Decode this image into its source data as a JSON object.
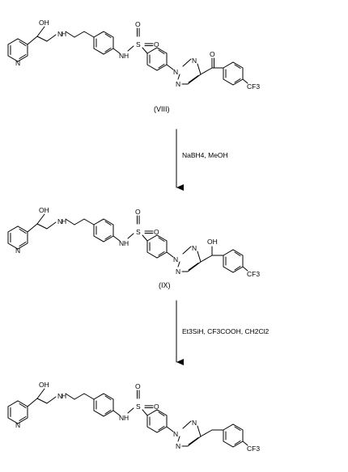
{
  "scheme": {
    "compounds": [
      {
        "id": "(VIII)",
        "ketone_o": "O",
        "oh": "OH",
        "cf3": "CF3"
      },
      {
        "id": "(IX)",
        "benzylic_oh": "OH",
        "oh": "OH",
        "cf3": "CF3"
      },
      {
        "id": "",
        "oh": "OH",
        "cf3": "CF3"
      }
    ],
    "atoms": {
      "pyridine_n": "N",
      "amine_nh": "N",
      "amine_h": "H",
      "sulfonamide_n": "N",
      "sulfonamide_h": "H",
      "sulfur": "S",
      "oxygen": "O",
      "triazole_n": "N"
    },
    "steps": [
      {
        "reagents": "NaBH4, MeOH"
      },
      {
        "reagents": "Et3SiH, CF3COOH, CH2Cl2"
      }
    ]
  }
}
